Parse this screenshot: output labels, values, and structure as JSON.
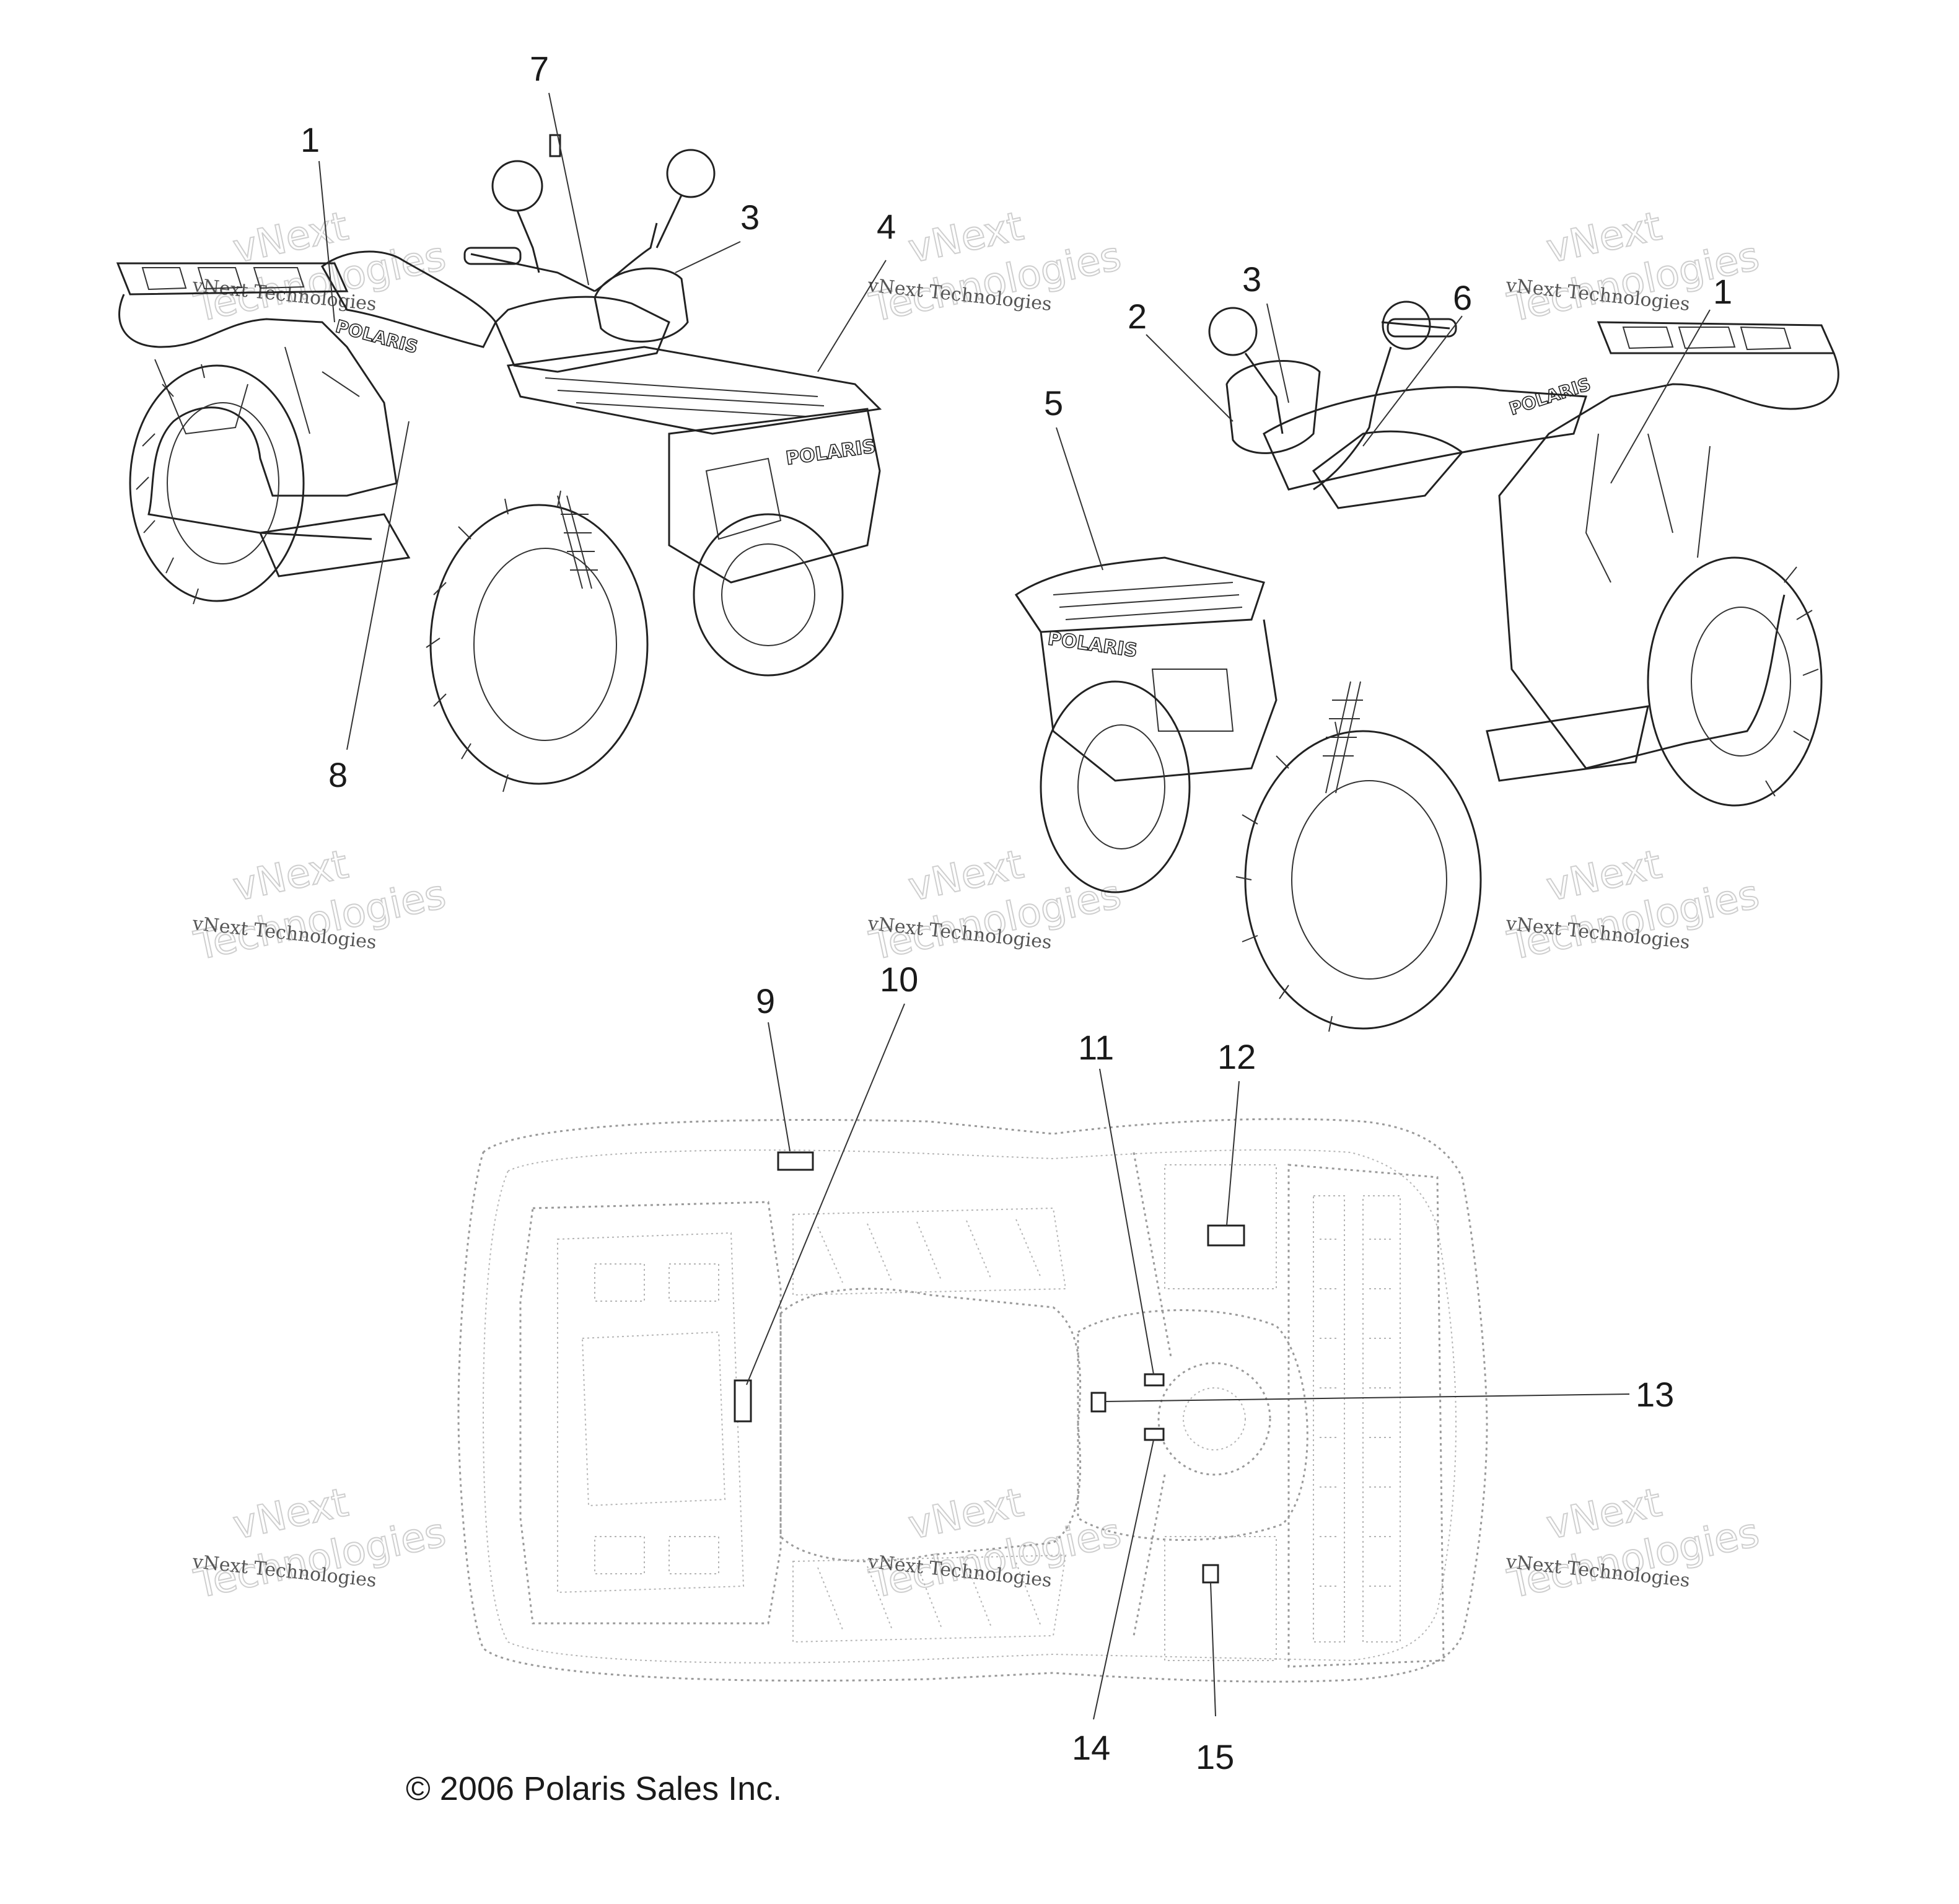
{
  "callouts": [
    "1",
    "2",
    "3",
    "4",
    "5",
    "6",
    "7",
    "8",
    "9",
    "10",
    "11",
    "12",
    "13",
    "14",
    "15"
  ],
  "views": {
    "left": {
      "labels": [
        "7",
        "1",
        "3",
        "4",
        "8"
      ],
      "logo": "POLARIS"
    },
    "right": {
      "labels": [
        "3",
        "2",
        "6",
        "1",
        "5"
      ],
      "logo": "POLARIS"
    },
    "bottom": {
      "labels": [
        "9",
        "10",
        "11",
        "12",
        "13",
        "14",
        "15"
      ]
    }
  },
  "watermark": {
    "line1": "vNext Technologies",
    "line2": "vNext",
    "line3": "Technologies"
  },
  "copyright": "© 2006 Polaris Sales Inc.",
  "colors": {
    "line": "#222222",
    "dotted": "#9a9a9a",
    "watermark": "#cfcfcf",
    "background": "#ffffff"
  }
}
